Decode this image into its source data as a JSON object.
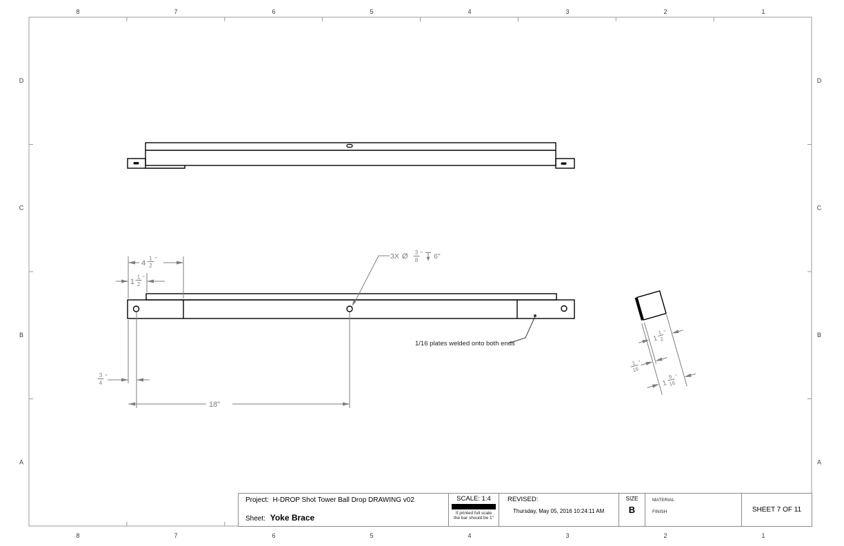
{
  "sheet": {
    "zone_columns": [
      "8",
      "7",
      "6",
      "5",
      "4",
      "3",
      "2",
      "1"
    ],
    "zone_rows": [
      "D",
      "C",
      "B",
      "A"
    ]
  },
  "title_block": {
    "project_label": "Project:",
    "project_value": "H-DROP Shot Tower Ball Drop DRAWING v02",
    "sheet_label": "Sheet:",
    "sheet_value": "Yoke Brace",
    "scale": "SCALE: 1:4",
    "scale_note_line1": "If printed full scale",
    "scale_note_line2": "the bar should be 1\"",
    "revised_label": "REVISED:",
    "revised_value": "Thursday, May 05, 2016 10:24:11 AM",
    "size_label": "SIZE",
    "size_value": "B",
    "material_label": "MATERIAL",
    "finish_label": "FINISH",
    "sheet_number": "SHEET 7 OF 11"
  },
  "annotations": {
    "weld_note": "1/16  plates welded onto both ends",
    "hole_callout": {
      "count": "3X",
      "diameter_symbol": "Ø",
      "num": "3",
      "den": "8",
      "unit": "\"",
      "depth": "6\""
    },
    "dim_plate_span": {
      "whole": "4",
      "num": "1",
      "den": "2",
      "unit": "\""
    },
    "dim_tube_inset": {
      "whole": "1",
      "num": "1",
      "den": "2",
      "unit": "\""
    },
    "dim_hole_offset": {
      "num": "3",
      "den": "4",
      "unit": "\""
    },
    "dim_hole_span": "18\"",
    "dim_tube_size": {
      "whole": "1",
      "num": "1",
      "den": "2",
      "unit": "\""
    },
    "dim_plate_thickness": {
      "num": "1",
      "den": "16",
      "unit": "\""
    },
    "dim_overall": {
      "whole": "1",
      "num": "9",
      "den": "16",
      "unit": "\""
    }
  }
}
